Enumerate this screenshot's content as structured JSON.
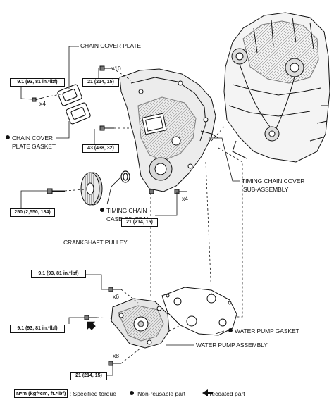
{
  "labels": {
    "chain_cover_plate": "CHAIN COVER PLATE",
    "chain_cover_plate_gasket_l1": "CHAIN COVER",
    "chain_cover_plate_gasket_l2": "PLATE GASKET",
    "timing_chain_cover_l1": "TIMING CHAIN COVER",
    "timing_chain_cover_l2": "SUB-ASSEMBLY",
    "oil_seal_l1": "TIMING CHAIN",
    "oil_seal_l2": "CASE OIL SEAL",
    "crankshaft_pulley": "CRANKSHAFT PULLEY",
    "water_pump_gasket": "WATER PUMP GASKET",
    "water_pump_assembly": "WATER PUMP ASSEMBLY"
  },
  "torques": {
    "t1": "9.1 (93, 81 in.*lbf)",
    "t2": "21 (214, 15)",
    "t3": "43 (438, 32)",
    "t4": "250 (2,550, 184)",
    "t5": "21 (214, 15)",
    "t6": "9.1 (93, 81 in.*lbf)",
    "t7": "9.1 (93, 81 in.*lbf)",
    "t8": "21 (214, 15)"
  },
  "quantities": {
    "q1": "x4",
    "q2": "x10",
    "q3": "x4",
    "q4": "x6",
    "q5": "x8"
  },
  "legend": {
    "box": "N*m (kgf*cm, ft.*lbf)",
    "specified": ": Specified torque",
    "nonreusable": "Non-reusable part",
    "precoated": "Precoated part"
  }
}
